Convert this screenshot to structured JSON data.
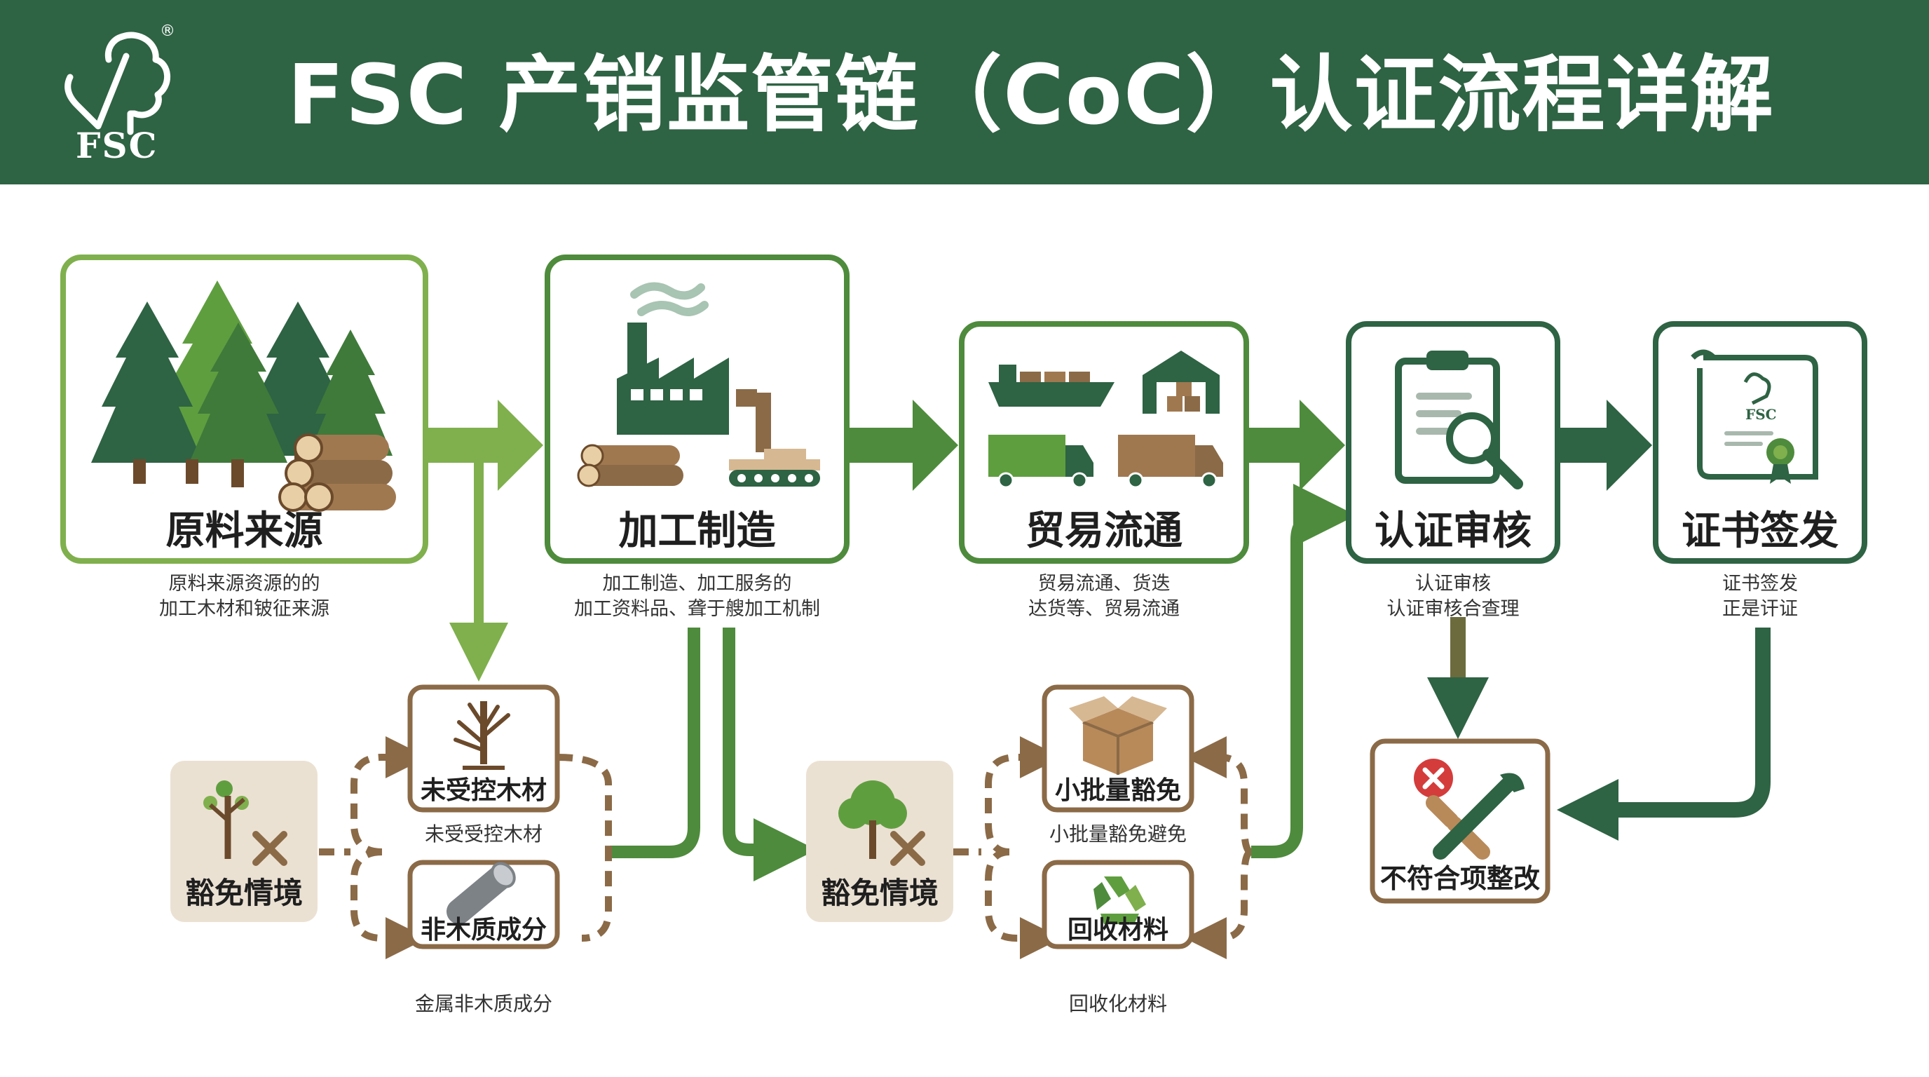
{
  "header": {
    "logo_text": "FSC",
    "logo_mark": "®",
    "title": "FSC 产销监管链（CoC）认证流程详解"
  },
  "colors": {
    "header_bg": "#2e6344",
    "dark_green": "#2e6344",
    "mid_green": "#4e8b3c",
    "light_green": "#7fb04d",
    "brown": "#8b6a47",
    "beige": "#ebe1d3",
    "warn_red": "#d43c3c"
  },
  "stages": [
    {
      "title": "原料来源",
      "desc1": "原料来源资源的的",
      "desc2": "加工木材和铍征来源",
      "icon": "forest-and-logs-icon"
    },
    {
      "title": "加工制造",
      "desc1": "加工制造、加工服务的",
      "desc2": "加工资料品、聋于艘加工机制",
      "icon": "factory-and-conveyor-icon"
    },
    {
      "title": "贸易流通",
      "desc1": "贸易流通、货迭",
      "desc2": "达货等、贸易流通",
      "icon": "ship-warehouse-trucks-icon"
    },
    {
      "title": "认证审核",
      "desc1": "认证审核",
      "desc2": "认证审核合查理",
      "icon": "clipboard-magnifier-icon"
    },
    {
      "title": "证书签发",
      "desc1": "证书签发",
      "desc2": "正是讦证",
      "icon": "fsc-certificate-icon"
    }
  ],
  "exemptions": [
    {
      "label": "豁免情境",
      "icon": "tree-with-x-icon",
      "items": [
        {
          "title": "未受控木材",
          "sub": "未受受控木材",
          "icon": "bare-tree-icon"
        },
        {
          "title": "非木质成分",
          "sub": "金属非木质成分",
          "icon": "metal-pipe-icon"
        }
      ]
    },
    {
      "label": "豁免情境",
      "icon": "tree-with-x-icon",
      "items": [
        {
          "title": "小批量豁免",
          "sub": "小批量豁免避免",
          "icon": "cardboard-box-icon"
        },
        {
          "title": "回收材料",
          "sub": "回收化材料",
          "icon": "recycle-icon"
        }
      ]
    }
  ],
  "nonconformity": {
    "title": "不符合项整改",
    "icon": "wrench-with-x-icon"
  },
  "logo_cert_text": "FSC"
}
